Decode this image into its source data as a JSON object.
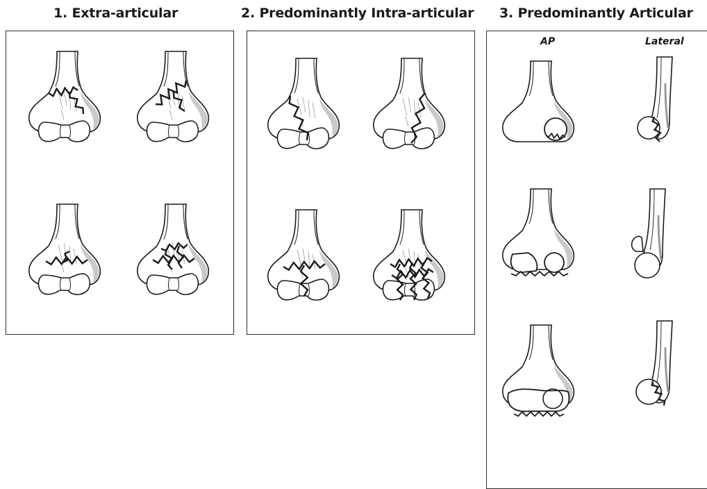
{
  "headings": {
    "extra_articular": "1. Extra-articular",
    "intra_articular": "2. Predominantly Intra-articular",
    "articular": "3. Predominantly Articular"
  },
  "views": {
    "ap": "AP",
    "lateral": "Lateral"
  },
  "colors": {
    "line": "#1a1a1a",
    "bone": "#ffffff",
    "shade": "#c9c9c9",
    "frame": "#2a2a2a"
  },
  "figures": {
    "group1": [
      "ap-fracture-low-transverse",
      "ap-fracture-high-transverse",
      "ap-fracture-transverse",
      "ap-fracture-comminuted-metaphyseal"
    ],
    "group2": [
      "ap-fracture-lateral-condyle",
      "ap-fracture-medial-condyle",
      "ap-fracture-t-type",
      "ap-fracture-comminuted-articular"
    ],
    "group3": [
      "capitellum-fracture",
      "capitellum-trochlea-fracture",
      "articular-surface-shear-fracture"
    ]
  }
}
